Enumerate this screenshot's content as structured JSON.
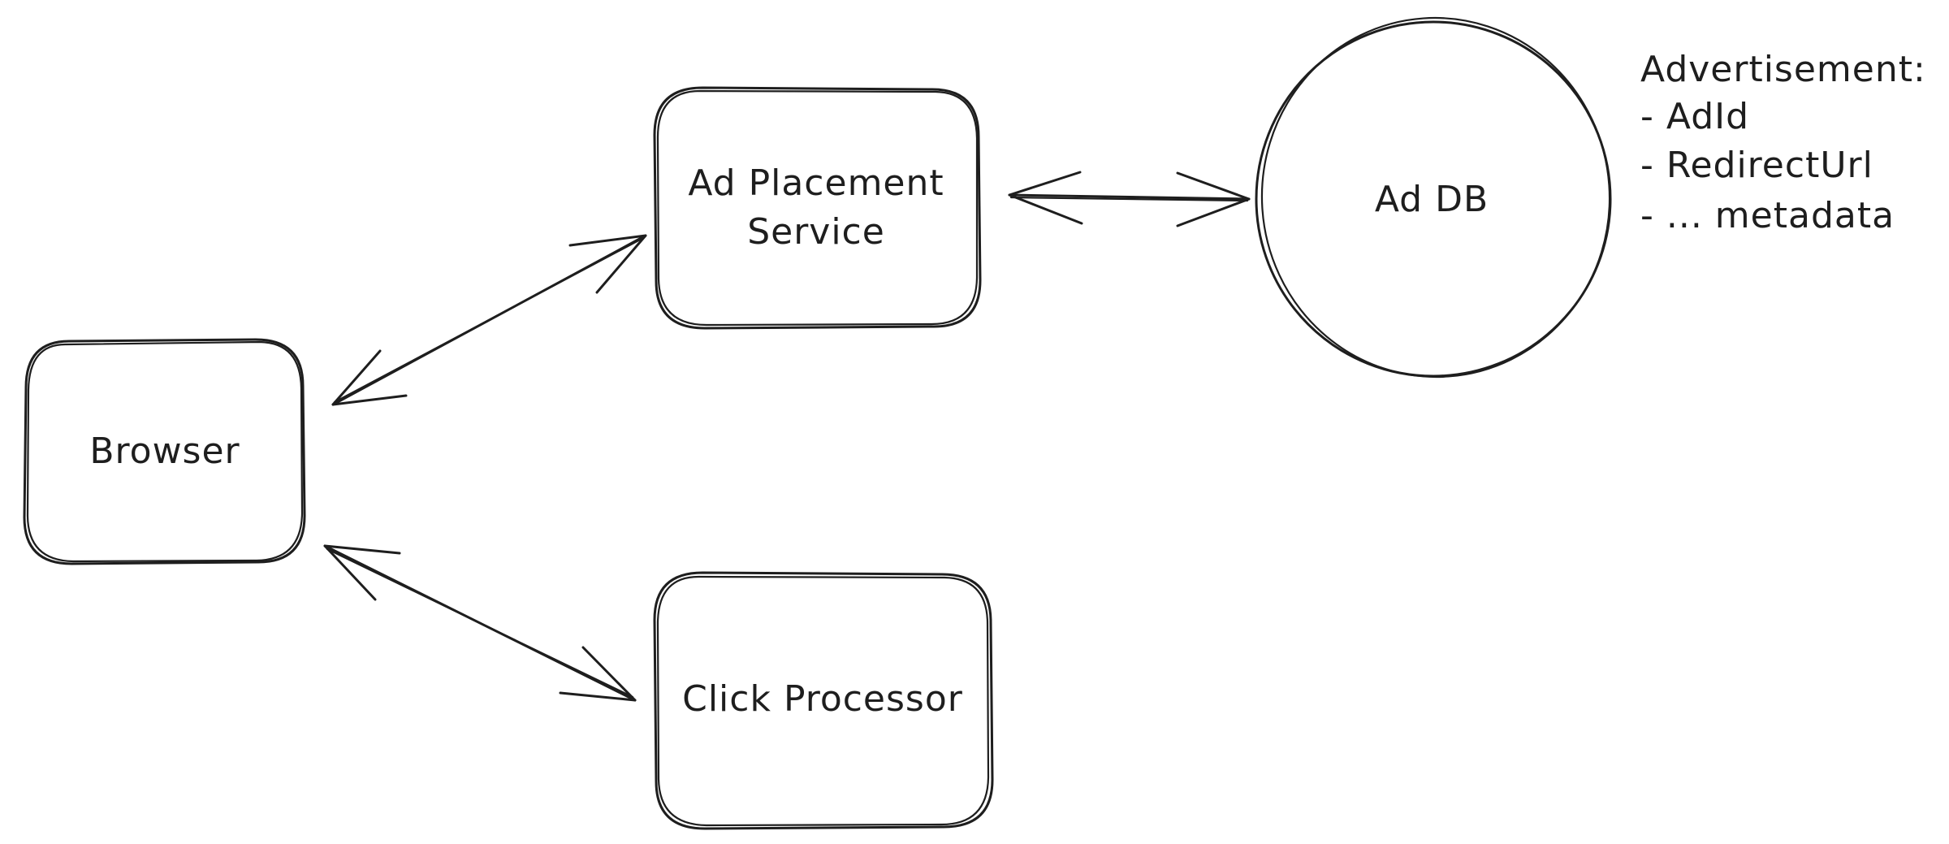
{
  "diagram": {
    "nodes": {
      "browser": {
        "label": "Browser"
      },
      "ad_placement": {
        "line1": "Ad Placement",
        "line2": "Service"
      },
      "ad_db": {
        "label": "Ad DB"
      },
      "click_processor": {
        "label": "Click Processor"
      }
    },
    "annotation": {
      "title": "Advertisement:",
      "items": [
        "- AdId",
        "- RedirectUrl",
        "- ... metadata"
      ]
    },
    "edges": [
      {
        "from": "Browser",
        "to": "Ad Placement Service",
        "direction": "bidirectional"
      },
      {
        "from": "Ad Placement Service",
        "to": "Ad DB",
        "direction": "bidirectional"
      },
      {
        "from": "Browser",
        "to": "Click Processor",
        "direction": "bidirectional"
      }
    ],
    "colors": {
      "stroke": "#1e1e1e",
      "background": "#ffffff"
    }
  }
}
